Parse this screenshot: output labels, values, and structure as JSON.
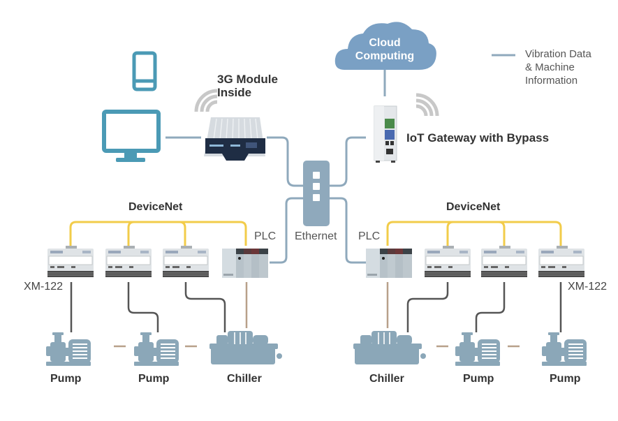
{
  "diagram": {
    "cloud": {
      "line1": "Cloud",
      "line2": "Computing"
    },
    "legend": {
      "line1": "Vibration Data",
      "line2": "& Machine",
      "line3": "Information"
    },
    "module_label": {
      "line1": "3G Module",
      "line2": "Inside"
    },
    "gateway_label": "IoT Gateway with Bypass",
    "switch_label": "Ethernet",
    "left_network": {
      "bus_label": "DeviceNet",
      "plc_label": "PLC",
      "module_label": "XM-122",
      "equipment": [
        "Pump",
        "Pump",
        "Chiller"
      ]
    },
    "right_network": {
      "bus_label": "DeviceNet",
      "plc_label": "PLC",
      "module_label": "XM-122",
      "equipment": [
        "Chiller",
        "Pump",
        "Pump"
      ]
    }
  },
  "colors": {
    "ethernet_line": "#8fa9bc",
    "devicenet_line": "#f2cc4a",
    "vibration_line": "#555555",
    "machine_line": "#b8a08a",
    "device_blue": "#4b9ab5",
    "equipment_blue": "#8ba7b8",
    "cloud_blue": "#7aa0c4",
    "wifi_grey": "#c8c8c8"
  }
}
